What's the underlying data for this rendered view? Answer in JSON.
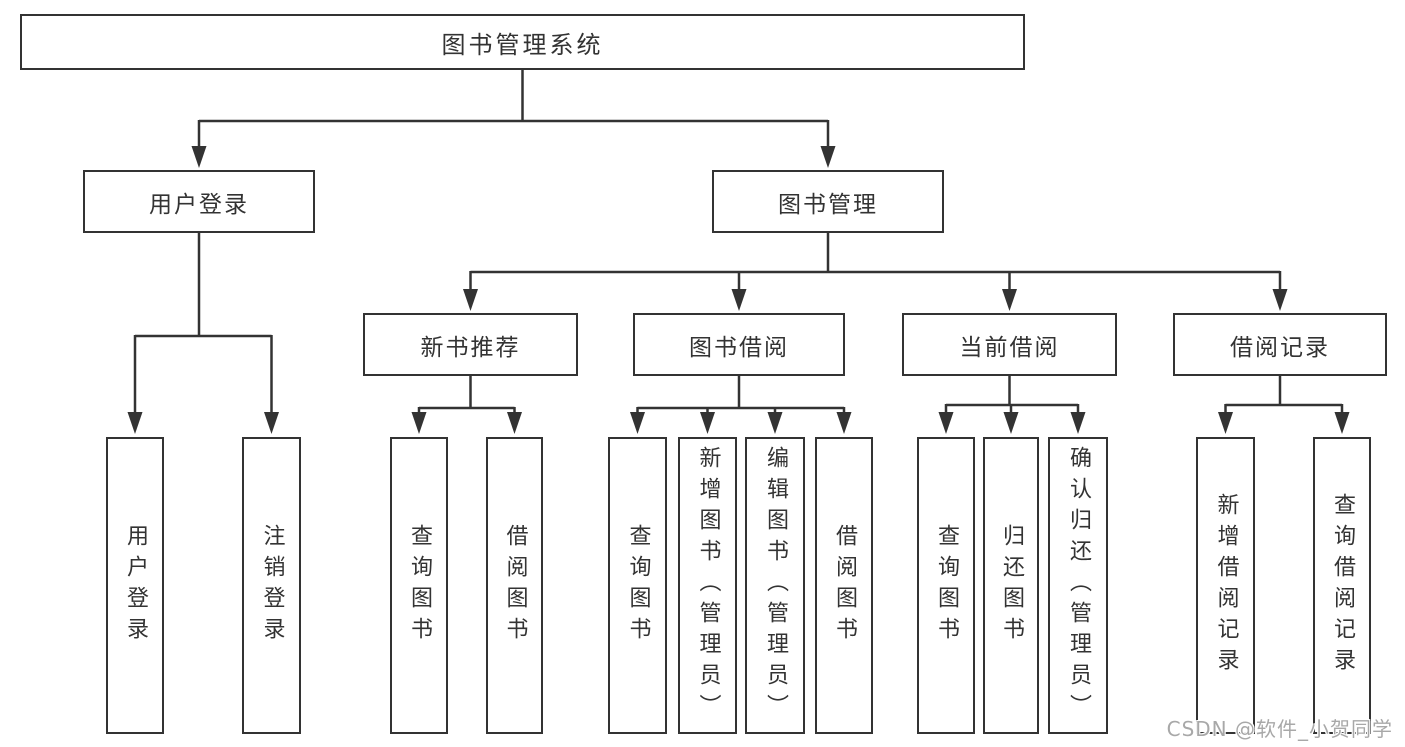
{
  "diagram": {
    "root": {
      "label": "图书管理系统"
    },
    "branches": [
      {
        "label": "用户登录",
        "children": [
          {
            "label": "用户登录"
          },
          {
            "label": "注销登录"
          }
        ]
      },
      {
        "label": "图书管理",
        "groups": [
          {
            "label": "新书推荐",
            "children": [
              {
                "label": "查询图书"
              },
              {
                "label": "借阅图书"
              }
            ]
          },
          {
            "label": "图书借阅",
            "children": [
              {
                "label": "查询图书"
              },
              {
                "label": "新增图书（管理员）"
              },
              {
                "label": "编辑图书（管理员）"
              },
              {
                "label": "借阅图书"
              }
            ]
          },
          {
            "label": "当前借阅",
            "children": [
              {
                "label": "查询图书"
              },
              {
                "label": "归还图书"
              },
              {
                "label": "确认归还（管理员）"
              }
            ]
          },
          {
            "label": "借阅记录",
            "children": [
              {
                "label": "新增借阅记录"
              },
              {
                "label": "查询借阅记录"
              }
            ]
          }
        ]
      }
    ]
  },
  "watermark": {
    "text": "CSDN @软件_小贺同学"
  },
  "colors": {
    "line": "#333333",
    "box_border": "#333333",
    "text": "#333333",
    "watermark": "#a8a8a8",
    "background": "#ffffff"
  }
}
